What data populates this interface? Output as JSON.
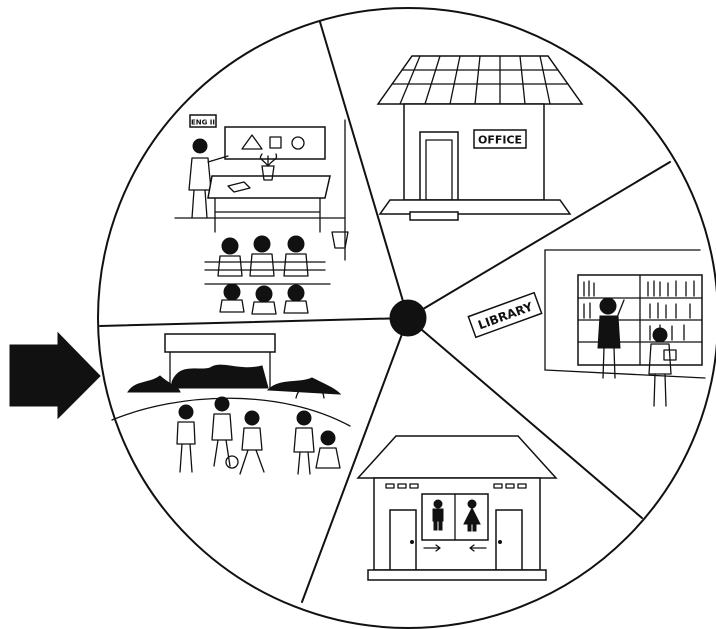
{
  "signs": {
    "classroom_board": "ENG II",
    "office": "OFFICE",
    "library": "LIBRARY"
  },
  "segments": [
    {
      "id": "classroom",
      "icon": "classroom-icon"
    },
    {
      "id": "office",
      "icon": "office-building-icon"
    },
    {
      "id": "library",
      "icon": "library-icon"
    },
    {
      "id": "toilets",
      "icon": "toilet-block-icon"
    },
    {
      "id": "playground",
      "icon": "playground-icon"
    }
  ],
  "pointer": {
    "icon": "arrow-right-icon",
    "points_to": "playground"
  }
}
